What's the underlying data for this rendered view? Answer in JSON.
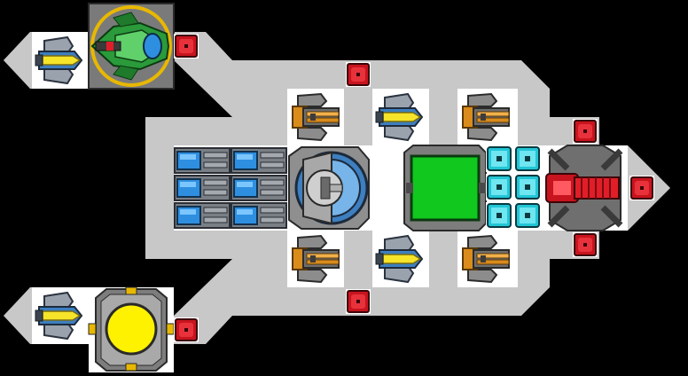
{
  "ship_editor": {
    "colors": {
      "background": "#000000",
      "hull": "#c8c8c8",
      "deck": "#ffffff",
      "weapon_gold": "#d98b1c",
      "weapon_blue": "#3d7fc0",
      "laser_yellow": "#f5e42a",
      "armor_gray": "#8c8c8c",
      "module_red": "#c8141e",
      "battery_blue": "#2e8fe0",
      "shield_cyan": "#22c6d6",
      "core_green": "#10c81e",
      "reactor_yellow": "#fff200",
      "hangar_green": "#2a9a3a"
    },
    "modules": [
      {
        "kind": "laser-turret",
        "icon": "yellow-laser-icon"
      },
      {
        "kind": "hangar-bay",
        "icon": "green-fighter-icon"
      },
      {
        "kind": "armor-node",
        "icon": "red-node-icon"
      },
      {
        "kind": "cannon-turret",
        "icon": "gold-cannon-icon"
      },
      {
        "kind": "battery-bank",
        "icon": "blue-battery-icon"
      },
      {
        "kind": "command-bridge",
        "icon": "bridge-dome-icon"
      },
      {
        "kind": "green-core",
        "icon": "green-core-icon"
      },
      {
        "kind": "shield-cell",
        "icon": "cyan-shield-icon"
      },
      {
        "kind": "red-engine",
        "icon": "red-engine-icon"
      },
      {
        "kind": "reactor",
        "icon": "yellow-reactor-icon"
      }
    ]
  }
}
